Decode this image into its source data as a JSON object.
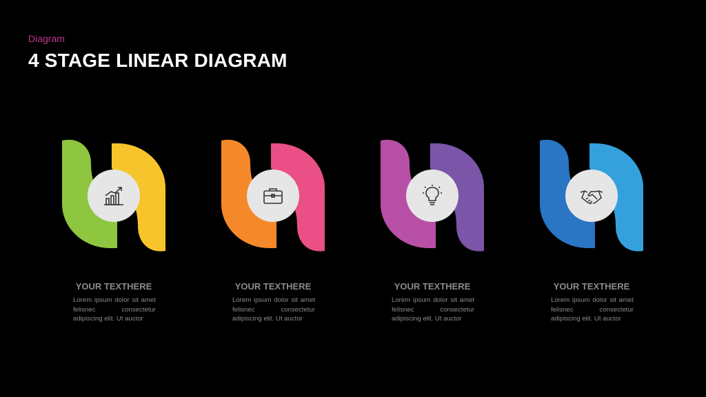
{
  "header": {
    "kicker": "Diagram",
    "title": "4 STAGE LINEAR DIAGRAM"
  },
  "stages": [
    {
      "heading": "YOUR TEXTHERE",
      "text": "Lorem ipsum dolor sit amet felisnec consectetur adipiscing elit. Ut auctor",
      "icon": "growth-chart-icon",
      "left_color": "#8ec63f",
      "right_color": "#f7c52b"
    },
    {
      "heading": "YOUR TEXTHERE",
      "text": "Lorem ipsum dolor sit amet felisnec consectetur adipiscing elit. Ut auctor",
      "icon": "briefcase-icon",
      "left_color": "#f5892a",
      "right_color": "#ea4f86"
    },
    {
      "heading": "YOUR TEXTHERE",
      "text": "Lorem ipsum dolor sit amet felisnec consectetur adipiscing elit. Ut auctor",
      "icon": "lightbulb-icon",
      "left_color": "#b84fa6",
      "right_color": "#7a55a8"
    },
    {
      "heading": "YOUR TEXTHERE",
      "text": "Lorem ipsum dolor sit amet felisnec consectetur adipiscing elit. Ut auctor",
      "icon": "handshake-icon",
      "left_color": "#2a75c4",
      "right_color": "#35a1dc"
    }
  ]
}
